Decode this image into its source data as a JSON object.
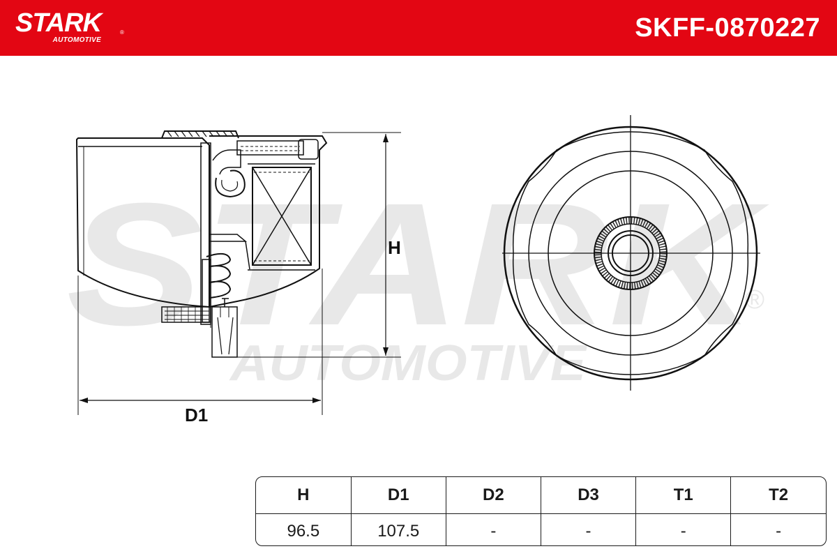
{
  "header": {
    "brand": "STARK",
    "brand_sub": "AUTOMOTIVE",
    "brand_mark": "®",
    "part_number": "SKFF-0870227",
    "accent_color": "#e30613"
  },
  "watermark": {
    "main": "STARK",
    "sub": "AUTOMOTIVE",
    "mark": "®"
  },
  "drawing": {
    "height_label": "H",
    "diameter_label": "D1"
  },
  "table": {
    "headers": [
      "H",
      "D1",
      "D2",
      "D3",
      "T1",
      "T2"
    ],
    "values": [
      "96.5",
      "107.5",
      "-",
      "-",
      "-",
      "-"
    ]
  }
}
